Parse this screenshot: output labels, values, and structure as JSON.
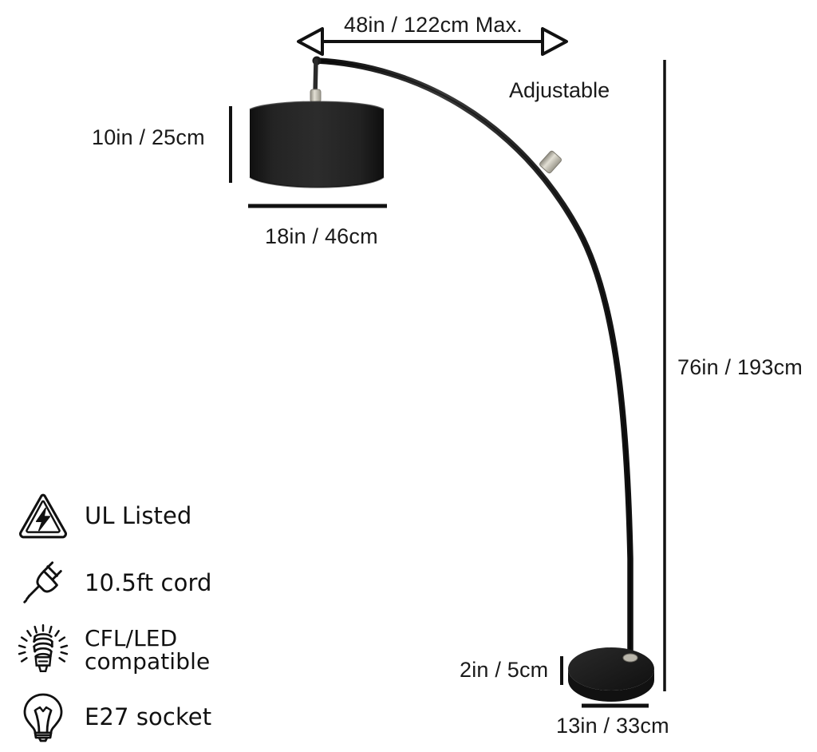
{
  "page": {
    "title": "Arc Floor Lamp Dimension Diagram",
    "background_color": "#ffffff",
    "ink_color": "#1a1a1a"
  },
  "dimensions": {
    "reach_max": {
      "label": "48in / 122cm Max.",
      "measure_type": "horizontal-double-arrow"
    },
    "shade_height": {
      "label": "10in / 25cm",
      "measure_type": "vertical-tick"
    },
    "shade_width": {
      "label": "18in / 46cm",
      "measure_type": "horizontal-underline"
    },
    "total_height": {
      "label": "76in / 193cm",
      "measure_type": "vertical-line"
    },
    "base_height": {
      "label": "2in / 5cm",
      "measure_type": "vertical-tick"
    },
    "base_width": {
      "label": "13in / 33cm",
      "measure_type": "horizontal-underline"
    }
  },
  "annotations": {
    "adjustable": "Adjustable"
  },
  "features": [
    {
      "icon": "ul-listed-warning-icon",
      "label": "UL Listed"
    },
    {
      "icon": "power-plug-icon",
      "label": "10.5ft cord"
    },
    {
      "icon": "cfl-bulb-icon",
      "label_line1": "CFL/LED",
      "label_line2": "compatible"
    },
    {
      "icon": "light-bulb-icon",
      "label": "E27 socket"
    }
  ],
  "product": {
    "shade_color": "#1c1c1c",
    "pole_color": "#1a1a1a",
    "base_color": "#1e1e1e",
    "connector_color": "#c9c6bb"
  }
}
